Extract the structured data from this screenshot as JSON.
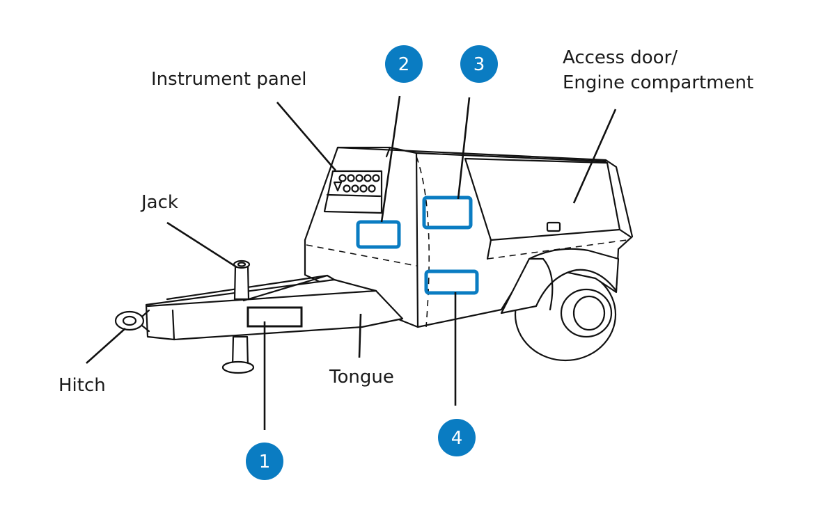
{
  "labels": {
    "instrument_panel": "Instrument panel",
    "access_door_line1": "Access door/",
    "access_door_line2": "Engine compartment",
    "jack": "Jack",
    "hitch": "Hitch",
    "tongue": "Tongue"
  },
  "badges": {
    "b1": "1",
    "b2": "2",
    "b3": "3",
    "b4": "4"
  },
  "colors": {
    "badge_blue": "#0a7cc2",
    "line_art": "#111111",
    "label_text": "#1a1a1a",
    "background": "#ffffff"
  }
}
